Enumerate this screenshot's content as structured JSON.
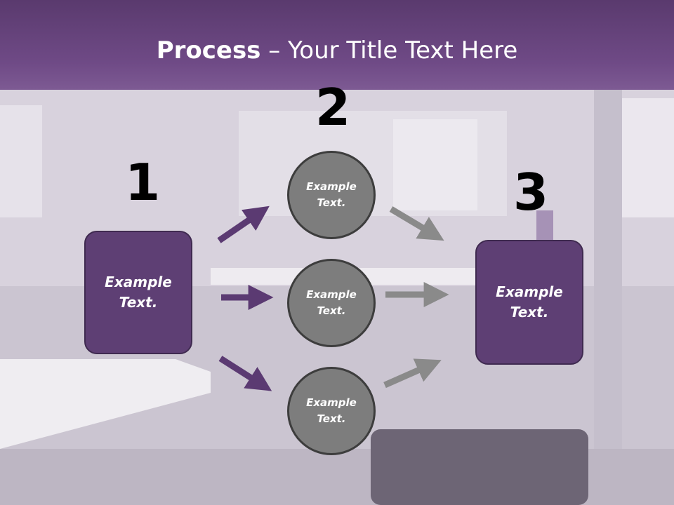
{
  "slide": {
    "title_bold": "Process",
    "title_rest": " – Your Title Text Here",
    "steps": [
      {
        "number": "1",
        "text": "Example\nText."
      },
      {
        "number": "2",
        "text": "Example\nText."
      },
      {
        "number": "3",
        "text": "Example\nText."
      }
    ],
    "circles": [
      {
        "text": "Example\nText."
      },
      {
        "text": "Example\nText."
      },
      {
        "text": "Example\nText."
      }
    ],
    "colors": {
      "header": "#6f4a86",
      "box": "#5e3f74",
      "circle": "#7d7d7d",
      "arrow_purple": "#5b3a72",
      "arrow_gray": "#8a8a8a"
    }
  }
}
